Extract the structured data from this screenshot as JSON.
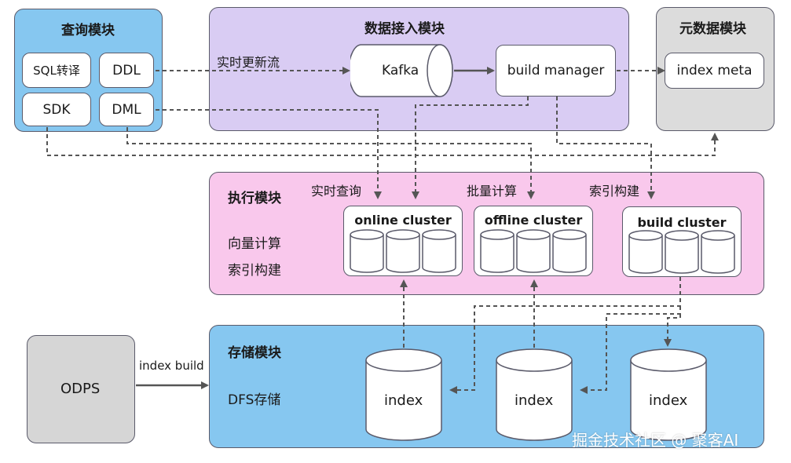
{
  "colors": {
    "query_bg": "#86c7f0",
    "ingest_bg": "#d9ccf3",
    "meta_bg": "#dcdcdc",
    "exec_bg": "#f9c8ec",
    "storage_bg": "#86c7f0",
    "odps_bg": "#d6d6d6",
    "arrow": "#555555"
  },
  "query_module": {
    "title": "查询模块",
    "items": [
      "SQL转译",
      "DDL",
      "SDK",
      "DML"
    ]
  },
  "ingest_module": {
    "title": "数据接入模块",
    "stream_label": "实时更新流",
    "kafka": "Kafka",
    "build_manager": "build manager"
  },
  "meta_module": {
    "title": "元数据模块",
    "index_meta": "index meta"
  },
  "exec_module": {
    "title": "执行模块",
    "desc_line1": "向量计算",
    "desc_line2": "索引构建",
    "label_realtime": "实时查询",
    "label_batch": "批量计算",
    "label_build": "索引构建",
    "clusters": [
      "online cluster",
      "offline cluster",
      "build cluster"
    ]
  },
  "storage_module": {
    "title": "存储模块",
    "desc": "DFS存储",
    "index_label": "index"
  },
  "odps": {
    "label": "ODPS",
    "arrow_label": "index build"
  },
  "watermark": "掘金技术社区 @ 聚客AI"
}
